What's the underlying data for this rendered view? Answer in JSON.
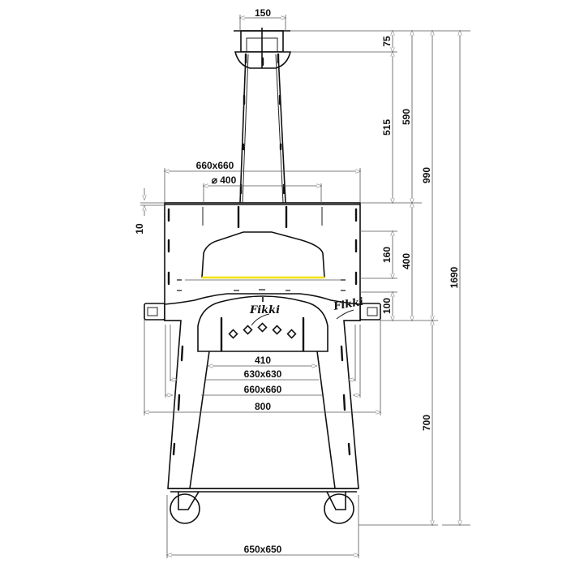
{
  "dimensions": {
    "chimney_top_width": "150",
    "top_plate": "660x660",
    "chimney_diameter": "⌀ 400",
    "wall_thickness": "10",
    "cap_height": "75",
    "chimney_height": "515",
    "chimney_total": "590",
    "oven_to_top": "990",
    "total_height": "1690",
    "dome_height": "160",
    "body_height": "400",
    "arch_offset": "100",
    "stand_height": "700",
    "opening_width": "410",
    "inner_size": "630x630",
    "outer_size": "660x660",
    "handle_width": "800",
    "base_size": "650x650"
  },
  "branding": {
    "logo_left": "Fikki",
    "logo_right": "Fikki"
  },
  "colors": {
    "line": "#111111",
    "hearth_highlight": "#f2e200"
  }
}
